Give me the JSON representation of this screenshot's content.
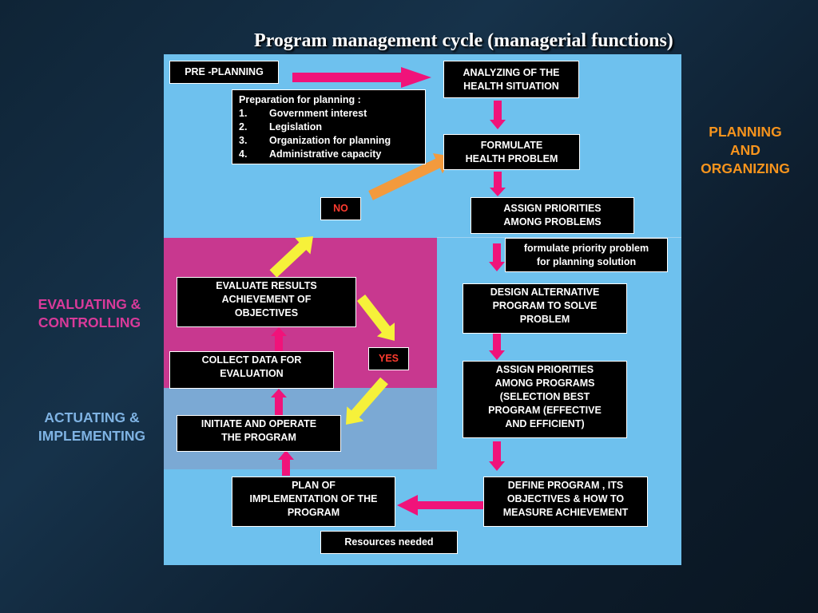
{
  "title": "Program management cycle (managerial functions)",
  "colors": {
    "panel": "#6ec1ee",
    "eval_band": "#c8388f",
    "act_band": "#7ba9d4",
    "arrow_pink": "#f0137a",
    "arrow_yellow": "#f6f13a",
    "arrow_orange": "#f39a3d",
    "planning_label": "#f7941d",
    "evaluating_label": "#d93a9a",
    "actuating_label": "#7fb3e3"
  },
  "side_labels": {
    "planning": "PLANNING\nAND\nORGANIZING",
    "evaluating": "EVALUATING &\nCONTROLLING",
    "actuating": "ACTUATING &\nIMPLEMENTING"
  },
  "boxes": {
    "pre_planning": "PRE -PLANNING",
    "analyzing": "ANALYZING OF THE\nHEALTH SITUATION",
    "formulate": "FORMULATE\nHEALTH PROBLEM",
    "assign_problems": "ASSIGN PRIORITIES\nAMONG PROBLEMS",
    "formulate_priority": "formulate priority problem\nfor planning solution",
    "design": "DESIGN ALTERNATIVE\nPROGRAM TO SOLVE\nPROBLEM",
    "assign_programs": "ASSIGN PRIORITIES\nAMONG PROGRAMS\n(SELECTION BEST\nPROGRAM (EFFECTIVE\nAND EFFICIENT)",
    "define": "DEFINE PROGRAM , ITS\nOBJECTIVES & HOW TO\nMEASURE ACHIEVEMENT",
    "plan": "PLAN OF\nIMPLEMENTATION OF THE\nPROGRAM",
    "resources": "Resources needed",
    "initiate": "INITIATE AND OPERATE\nTHE PROGRAM",
    "collect": "COLLECT DATA FOR\nEVALUATION",
    "evaluate": "EVALUATE RESULTS\nACHIEVEMENT OF\nOBJECTIVES",
    "no": "NO",
    "yes": "YES"
  },
  "preparation": {
    "heading": "Preparation for planning :",
    "items": [
      {
        "num": "1.",
        "text": "Government interest"
      },
      {
        "num": "2.",
        "text": "Legislation"
      },
      {
        "num": "3.",
        "text": "Organization for planning"
      },
      {
        "num": "4.",
        "text": "Administrative capacity"
      }
    ]
  }
}
